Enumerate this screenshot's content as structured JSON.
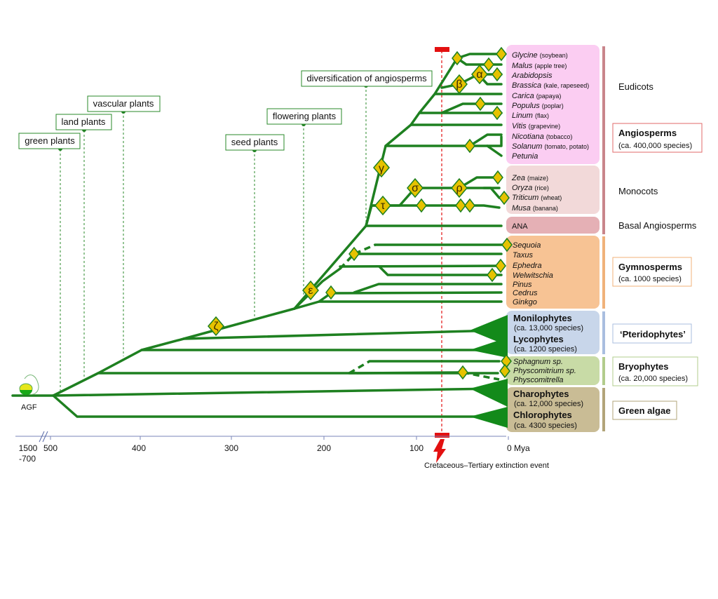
{
  "axis": {
    "ticks": [
      "500",
      "400",
      "300",
      "200",
      "100",
      "0 Mya"
    ],
    "left_tick": "1500",
    "left_sub": "-700"
  },
  "root_label": "AGF",
  "milestones": {
    "green_plants": "green plants",
    "land_plants": "land plants",
    "vascular_plants": "vascular plants",
    "seed_plants": "seed plants",
    "flowering_plants": "flowering plants",
    "diversification": "diversification of angiosperms"
  },
  "event": "Cretaceous–Tertiary extinction event",
  "wgd_labels": {
    "zeta": "ζ",
    "epsilon": "ε",
    "gamma": "γ",
    "tau": "τ",
    "sigma": "σ",
    "rho": "ρ",
    "beta": "β",
    "alpha": "α"
  },
  "eudicots": [
    {
      "name": "Glycine",
      "common": "(soybean)"
    },
    {
      "name": "Malus",
      "common": "(apple tree)"
    },
    {
      "name": "Arabidopsis",
      "common": ""
    },
    {
      "name": "Brassica",
      "common": "(kale, rapeseed)"
    },
    {
      "name": "Carica",
      "common": "(papaya)"
    },
    {
      "name": "Populus",
      "common": "(poplar)"
    },
    {
      "name": "Linum",
      "common": "(flax)"
    },
    {
      "name": "Vitis",
      "common": "(grapevine)"
    },
    {
      "name": "Nicotiana",
      "common": "(tobacco)"
    },
    {
      "name": "Solanum",
      "common": "(tomato, potato)"
    },
    {
      "name": "Petunia",
      "common": ""
    }
  ],
  "monocots": [
    {
      "name": "Zea",
      "common": "(maize)"
    },
    {
      "name": "Oryza",
      "common": "(rice)"
    },
    {
      "name": "Triticum",
      "common": "(wheat)"
    },
    {
      "name": "Musa",
      "common": "(banana)"
    }
  ],
  "ana": "ANA",
  "gymnosperms": [
    "Sequoia",
    "Taxus",
    "Ephedra",
    "Welwitschia",
    "Pinus",
    "Cedrus",
    "Ginkgo"
  ],
  "pteridophytes": {
    "monilophytes": "Monilophytes",
    "monilophytes_count": "(ca. 13,000 species)",
    "lycophytes": "Lycophytes",
    "lycophytes_count": "(ca. 1200 species)"
  },
  "bryophytes_taxa": [
    "Sphagnum sp.",
    "Physcomitrium sp.",
    "Physcomitrella"
  ],
  "algae": {
    "charophytes": "Charophytes",
    "charophytes_count": "(ca. 12,000 species)",
    "chlorophytes": "Chlorophytes",
    "chlorophytes_count": "(ca. 4300 species)"
  },
  "groups": {
    "eudicots": "Eudicots",
    "angiosperms": "Angiosperms",
    "angiosperms_count": "(ca. 400,000 species)",
    "monocots": "Monocots",
    "basal": "Basal Angiosperms",
    "gymnosperms": "Gymnosperms",
    "gymnosperms_count": "(ca. 1000 species)",
    "pteridophytes": "‘Pteridophytes’",
    "bryophytes": "Bryophytes",
    "bryophytes_count": "(ca. 20,000 species)",
    "green_algae": "Green algae"
  },
  "colors": {
    "branch": "#1e8020",
    "eudicot_bg": "#fbcdf2",
    "monocot_bg": "#f2d9d9",
    "ana_bg": "#e5b0b5",
    "gymno_bg": "#f7c394",
    "pterido_bg": "#c8d6ea",
    "bryo_bg": "#c8dba6",
    "algae_bg": "#c9bc95",
    "event": "#e31010"
  }
}
